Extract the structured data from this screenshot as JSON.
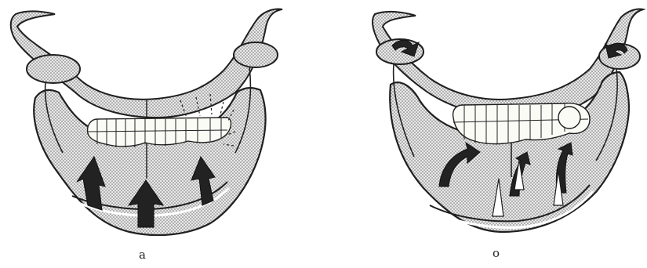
{
  "panels": [
    {
      "id": "a",
      "label": "a"
    },
    {
      "id": "b",
      "label": "o"
    }
  ],
  "colors": {
    "ink": "#1f1f1f",
    "stipple": "#9a9a9a",
    "paper": "#ffffff",
    "teeth": "#fbfbf6"
  }
}
